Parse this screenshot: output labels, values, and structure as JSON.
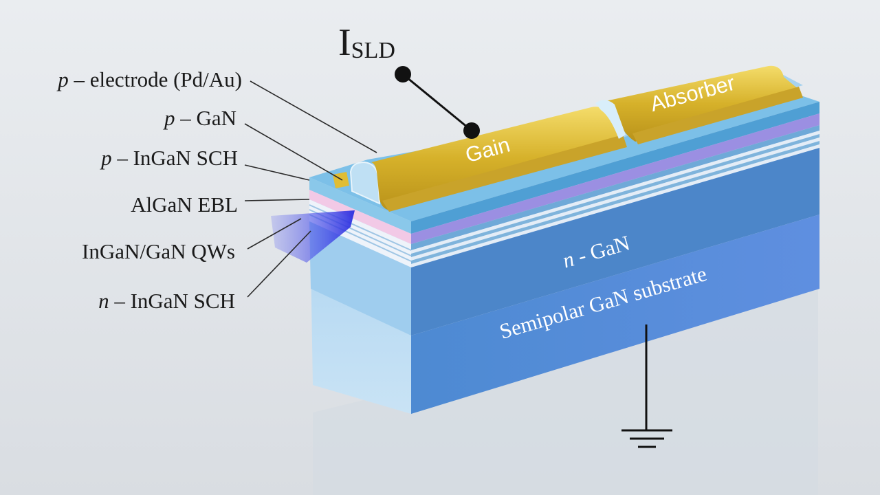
{
  "labels": {
    "current": "I",
    "current_sub": "SLD",
    "p_electrode_prefix": "p",
    "p_electrode": "– electrode (Pd/Au)",
    "p_gan_prefix": "p",
    "p_gan": "– GaN",
    "p_ingan_prefix": "p",
    "p_ingan": "– InGaN SCH",
    "algan_ebl": "AlGaN EBL",
    "qws": "InGaN/GaN QWs",
    "n_ingan_prefix": "n",
    "n_ingan": "– InGaN SCH",
    "n_gan_prefix": "n",
    "n_gan": " - GaN",
    "substrate": "Semipolar GaN substrate",
    "gain": "Gain",
    "absorber": "Absorber"
  },
  "icons": {
    "ground": "ground-icon",
    "emission": "laser-emission-icon"
  },
  "colors": {
    "background": "#e3e6ea",
    "electrode_gold": "#d9b62a",
    "p_gan_top": "#5aa6d6",
    "ingan_purple": "#9d8fe0",
    "qw_light": "#dfe8f4",
    "n_gan": "#4f8ccf",
    "substrate": "#5a8ee0",
    "front_face": "#b6d8f2",
    "emission": "#3a3ee8"
  }
}
